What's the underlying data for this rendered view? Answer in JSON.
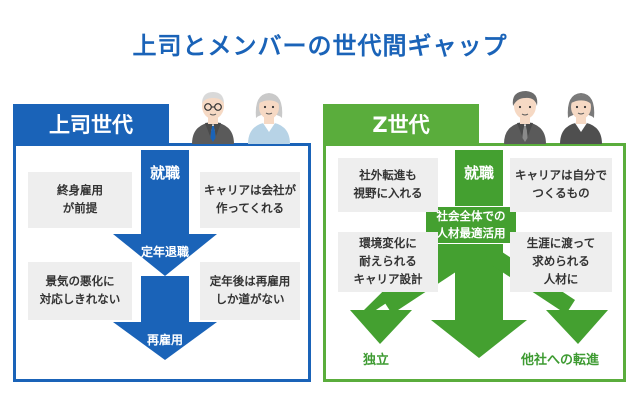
{
  "title": "上司とメンバーの世代間ギャップ",
  "left": {
    "header": "上司世代",
    "arrow_top": "就職",
    "arrow_mid": "定年退職",
    "arrow_bottom": "再雇用",
    "cards": [
      "終身雇用\nが前提",
      "キャリアは会社が\n作ってくれる",
      "景気の悪化に\n対応しきれない",
      "定年後は再雇用\nしか道がない"
    ],
    "color": "#1a63b8"
  },
  "right": {
    "header": "Z世代",
    "arrow_top": "就職",
    "overlay": "社会全体での\n人材最適活用",
    "cards": [
      "社外転進も\n視野に入れる",
      "キャリアは自分で\nつくるもの",
      "環境変化に\n耐えられる\nキャリア設計",
      "生涯に渡って\n求められる\n人材に"
    ],
    "label_left": "独立",
    "label_right": "他社への転進",
    "color": "#5aad3c"
  },
  "icons": [
    "older-man-icon",
    "older-woman-icon",
    "young-man-icon",
    "young-woman-icon"
  ]
}
